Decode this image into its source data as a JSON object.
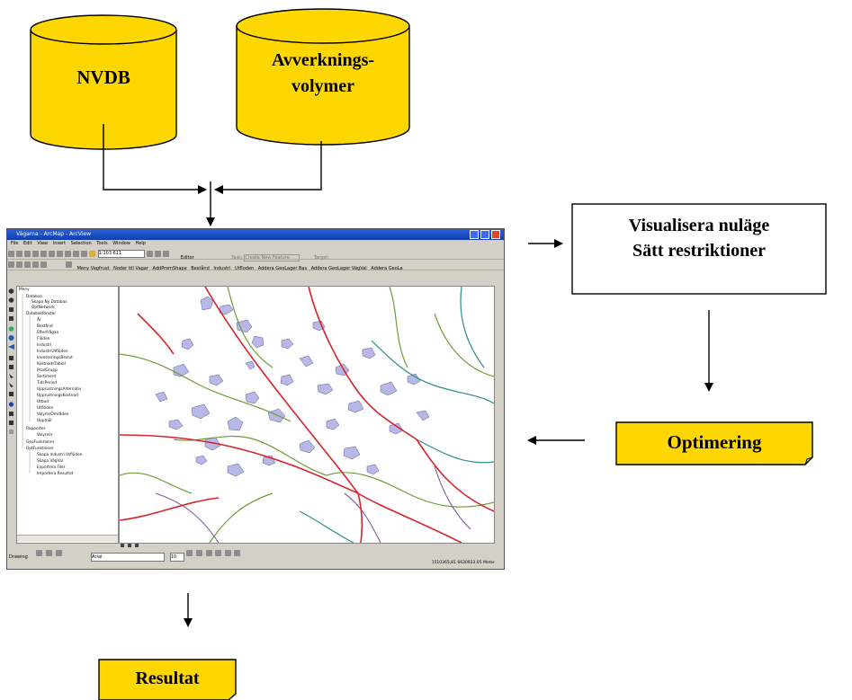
{
  "nodes": {
    "nvdb": {
      "label": "NVDB"
    },
    "avverkning": {
      "line1": "Avverknings-",
      "line2": "volymer"
    },
    "visualisera": {
      "line1": "Visualisera nuläge",
      "line2": "Sätt restriktioner"
    },
    "optimering": {
      "label": "Optimering"
    },
    "resultat": {
      "label": "Resultat"
    }
  },
  "colors": {
    "db_fill": "#ffd700",
    "box_fill": "#ffd700",
    "map_red": "#d8242c",
    "map_green": "#6e9e36",
    "map_teal": "#2c8c8c",
    "map_purple": "#7a5aa0",
    "map_lavender": "#b8b8e6"
  },
  "screenshot": {
    "title": "Vägarna - ArcMap - ArcView",
    "menu": [
      "File",
      "Edit",
      "View",
      "Insert",
      "Selection",
      "Tools",
      "Window",
      "Help"
    ],
    "scale": "1:103 611",
    "editor": "Editor",
    "task_label": "Task:",
    "task_value": "Create New Feature",
    "target_label": "Target:",
    "toolbar2": [
      "Meny Vagfrust",
      "Noder till Vagar",
      "AddPromShape",
      "Bestånd",
      "Industri",
      "Utfloden",
      "Addera GeoLager Bas",
      "Addera GeoLager VägVal",
      "Addera GeoLa"
    ],
    "toc": [
      "Meny",
      "Databas",
      "Skapa Ny Databas",
      "OptNetwork",
      "Databasfönster",
      "År",
      "Bestånd",
      "Efterfrågan",
      "Flöden",
      "Industri",
      "IndustriUtflöden",
      "InvesteringsBeslut",
      "KostnadsTabell",
      "ProdGrupp",
      "Sortiment",
      "TidsPeriod",
      "UpprustningsAlternativ",
      "UpprustningsKostnad",
      "Utbud",
      "Utflöden",
      "VolymsOmråden",
      "Uppmäl",
      "Rapporter",
      "Volymer",
      "GeoFunktioner",
      "OptFunktioner",
      "Skapa Industri Utflöden",
      "Skapa VägVal",
      "Exportera Filer",
      "Importera Resultat"
    ],
    "drawing_label": "Drawing",
    "font_name": "Arial",
    "font_size": "10",
    "status": "1510365,81  6630933,05 Meter"
  }
}
